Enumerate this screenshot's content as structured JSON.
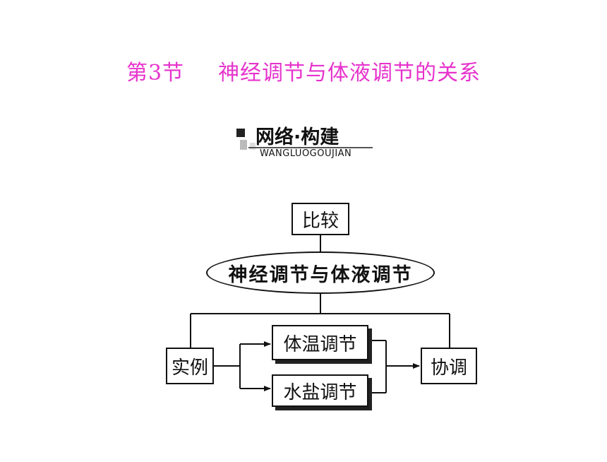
{
  "page": {
    "title_prefix": "第3节",
    "title_main": "神经调节与体液调节的关系",
    "title_color": "#e633cc"
  },
  "logo": {
    "title": "网络·构建",
    "subtitle": "WANGLUOGOUJIAN"
  },
  "diagram": {
    "compare": "比较",
    "center": "神经调节与体液调节",
    "example": "实例",
    "body_temp": "体温调节",
    "water_salt": "水盐调节",
    "coordinate": "协调"
  }
}
